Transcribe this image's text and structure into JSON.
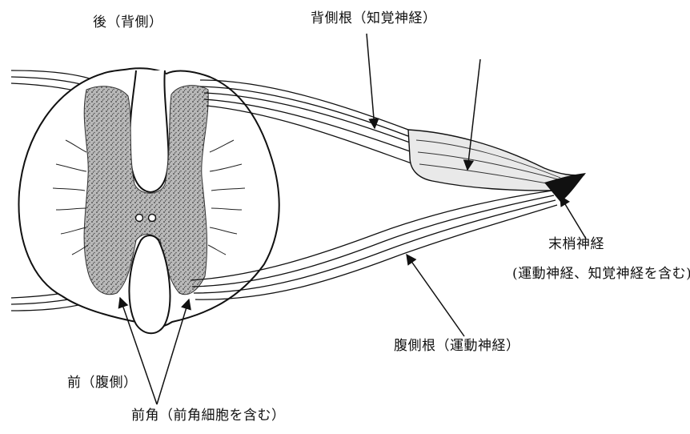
{
  "labels": {
    "dorsal": "後（背側）",
    "dorsal_root": "背側根（知覚神経）",
    "peripheral_nerve": "末梢神経",
    "peripheral_nerve_note": "(運動神経、知覚神経を含む)",
    "ventral_root": "腹側根（運動神経）",
    "ventral": "前（腹側）",
    "anterior_horn": "前角（前角細胞を含む）"
  },
  "colors": {
    "ink": "#111111",
    "grey_matter": "#7a7a7a",
    "background": "#ffffff"
  }
}
